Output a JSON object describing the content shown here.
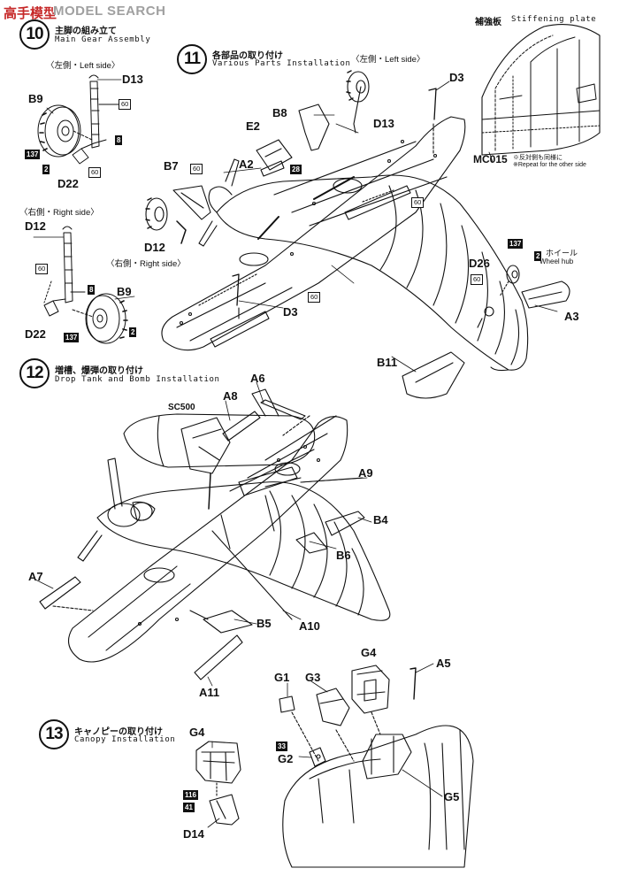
{
  "watermark": {
    "cn": "高手模型",
    "en": "MODEL SEARCH"
  },
  "header": {
    "jp": "補強板",
    "en": "Stiffening plate"
  },
  "steps": {
    "s10": {
      "num": "10",
      "jp": "主脚の組み立て",
      "en": "Main Gear Assembly"
    },
    "s11": {
      "num": "11",
      "jp": "各部品の取り付け",
      "en": "Various Parts Installation"
    },
    "s12": {
      "num": "12",
      "jp": "増槽、爆弾の取り付け",
      "en": "Drop Tank and Bomb Installation"
    },
    "s13": {
      "num": "13",
      "jp": "キャノピーの取り付け",
      "en": "Canopy Installation"
    }
  },
  "sides": {
    "left_top": "〈左側・Left side〉",
    "right_mid": "〈右側・Right side〉",
    "left_s11": "〈左側・Left side〉",
    "right_s11": "〈右側・Right side〉"
  },
  "mc015": {
    "label": "MC015",
    "note1": "※反対側も同様に",
    "note2": "※Repeat for the other side"
  },
  "wheel_hub": {
    "jp": "ホイール",
    "en": "Wheel hub"
  },
  "parts": {
    "d13a": "D13",
    "b9a": "B9",
    "d22a": "D22",
    "d12a": "D12",
    "d22b": "D22",
    "b9b": "B9",
    "e2": "E2",
    "a2": "A2",
    "b7": "B7",
    "d12b": "D12",
    "b8": "B8",
    "d13b": "D13",
    "d3a": "D3",
    "d3b": "D3",
    "d26": "D26",
    "a3": "A3",
    "b11": "B11",
    "a6": "A6",
    "a8": "A8",
    "sc500": "SC500",
    "a9": "A9",
    "b4": "B4",
    "b6": "B6",
    "a7": "A7",
    "b5": "B5",
    "a10": "A10",
    "a11": "A11",
    "g4a": "G4",
    "a5": "A5",
    "g1": "G1",
    "g3": "G3",
    "g2": "G2",
    "g5": "G5",
    "g4b": "G4",
    "d14": "D14"
  },
  "colors": {
    "c137a": "137",
    "c60a": "60",
    "c8a": "8",
    "c2a": "2",
    "c60b": "60",
    "c60c": "60",
    "c8b": "8",
    "c137b": "137",
    "c2b": "2",
    "c60d": "60",
    "c28": "28",
    "c60e": "60",
    "c60f": "60",
    "c137c": "137",
    "c2c": "2",
    "c60g": "60",
    "c33": "33",
    "c116": "116",
    "c41": "41"
  }
}
